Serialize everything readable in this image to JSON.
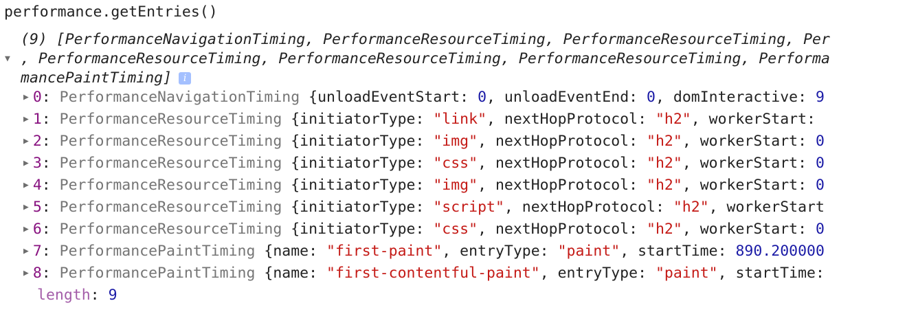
{
  "command": "performance.getEntries()",
  "summary": {
    "line1": "(9) [PerformanceNavigationTiming, PerformanceResourceTiming, PerformanceResourceTiming, Per",
    "line2": ", PerformanceResourceTiming, PerformanceResourceTiming, PerformanceResourceTiming, Performa",
    "line3": "mancePaintTiming]",
    "info_icon": "i"
  },
  "entries": [
    {
      "index": "0",
      "class": "PerformanceNavigationTiming",
      "parts": [
        {
          "t": "key",
          "v": "{unloadEventStart: "
        },
        {
          "t": "num",
          "v": "0"
        },
        {
          "t": "key",
          "v": ", unloadEventEnd: "
        },
        {
          "t": "num",
          "v": "0"
        },
        {
          "t": "key",
          "v": ", domInteractive: "
        },
        {
          "t": "num",
          "v": "9"
        }
      ]
    },
    {
      "index": "1",
      "class": "PerformanceResourceTiming",
      "parts": [
        {
          "t": "key",
          "v": "{initiatorType: "
        },
        {
          "t": "str",
          "v": "\"link\""
        },
        {
          "t": "key",
          "v": ", nextHopProtocol: "
        },
        {
          "t": "str",
          "v": "\"h2\""
        },
        {
          "t": "key",
          "v": ", workerStart: "
        }
      ]
    },
    {
      "index": "2",
      "class": "PerformanceResourceTiming",
      "parts": [
        {
          "t": "key",
          "v": "{initiatorType: "
        },
        {
          "t": "str",
          "v": "\"img\""
        },
        {
          "t": "key",
          "v": ", nextHopProtocol: "
        },
        {
          "t": "str",
          "v": "\"h2\""
        },
        {
          "t": "key",
          "v": ", workerStart: "
        },
        {
          "t": "num",
          "v": "0"
        }
      ]
    },
    {
      "index": "3",
      "class": "PerformanceResourceTiming",
      "parts": [
        {
          "t": "key",
          "v": "{initiatorType: "
        },
        {
          "t": "str",
          "v": "\"css\""
        },
        {
          "t": "key",
          "v": ", nextHopProtocol: "
        },
        {
          "t": "str",
          "v": "\"h2\""
        },
        {
          "t": "key",
          "v": ", workerStart: "
        },
        {
          "t": "num",
          "v": "0"
        }
      ]
    },
    {
      "index": "4",
      "class": "PerformanceResourceTiming",
      "parts": [
        {
          "t": "key",
          "v": "{initiatorType: "
        },
        {
          "t": "str",
          "v": "\"img\""
        },
        {
          "t": "key",
          "v": ", nextHopProtocol: "
        },
        {
          "t": "str",
          "v": "\"h2\""
        },
        {
          "t": "key",
          "v": ", workerStart: "
        },
        {
          "t": "num",
          "v": "0"
        }
      ]
    },
    {
      "index": "5",
      "class": "PerformanceResourceTiming",
      "parts": [
        {
          "t": "key",
          "v": "{initiatorType: "
        },
        {
          "t": "str",
          "v": "\"script\""
        },
        {
          "t": "key",
          "v": ", nextHopProtocol: "
        },
        {
          "t": "str",
          "v": "\"h2\""
        },
        {
          "t": "key",
          "v": ", workerStart"
        }
      ]
    },
    {
      "index": "6",
      "class": "PerformanceResourceTiming",
      "parts": [
        {
          "t": "key",
          "v": "{initiatorType: "
        },
        {
          "t": "str",
          "v": "\"css\""
        },
        {
          "t": "key",
          "v": ", nextHopProtocol: "
        },
        {
          "t": "str",
          "v": "\"h2\""
        },
        {
          "t": "key",
          "v": ", workerStart: "
        },
        {
          "t": "num",
          "v": "0"
        }
      ]
    },
    {
      "index": "7",
      "class": "PerformancePaintTiming",
      "parts": [
        {
          "t": "key",
          "v": "{name: "
        },
        {
          "t": "str",
          "v": "\"first-paint\""
        },
        {
          "t": "key",
          "v": ", entryType: "
        },
        {
          "t": "str",
          "v": "\"paint\""
        },
        {
          "t": "key",
          "v": ", startTime: "
        },
        {
          "t": "num",
          "v": "890.200000"
        }
      ]
    },
    {
      "index": "8",
      "class": "PerformancePaintTiming",
      "parts": [
        {
          "t": "key",
          "v": "{name: "
        },
        {
          "t": "str",
          "v": "\"first-contentful-paint\""
        },
        {
          "t": "key",
          "v": ", entryType: "
        },
        {
          "t": "str",
          "v": "\"paint\""
        },
        {
          "t": "key",
          "v": ", startTime: "
        }
      ]
    }
  ],
  "length": {
    "key": "length",
    "value": "9"
  },
  "colors": {
    "index": "#881280",
    "class_name": "#757575",
    "string": "#c41a16",
    "number": "#1a1aa6",
    "length_key": "#a35ca8",
    "info_badge": "#a4c0ff"
  }
}
